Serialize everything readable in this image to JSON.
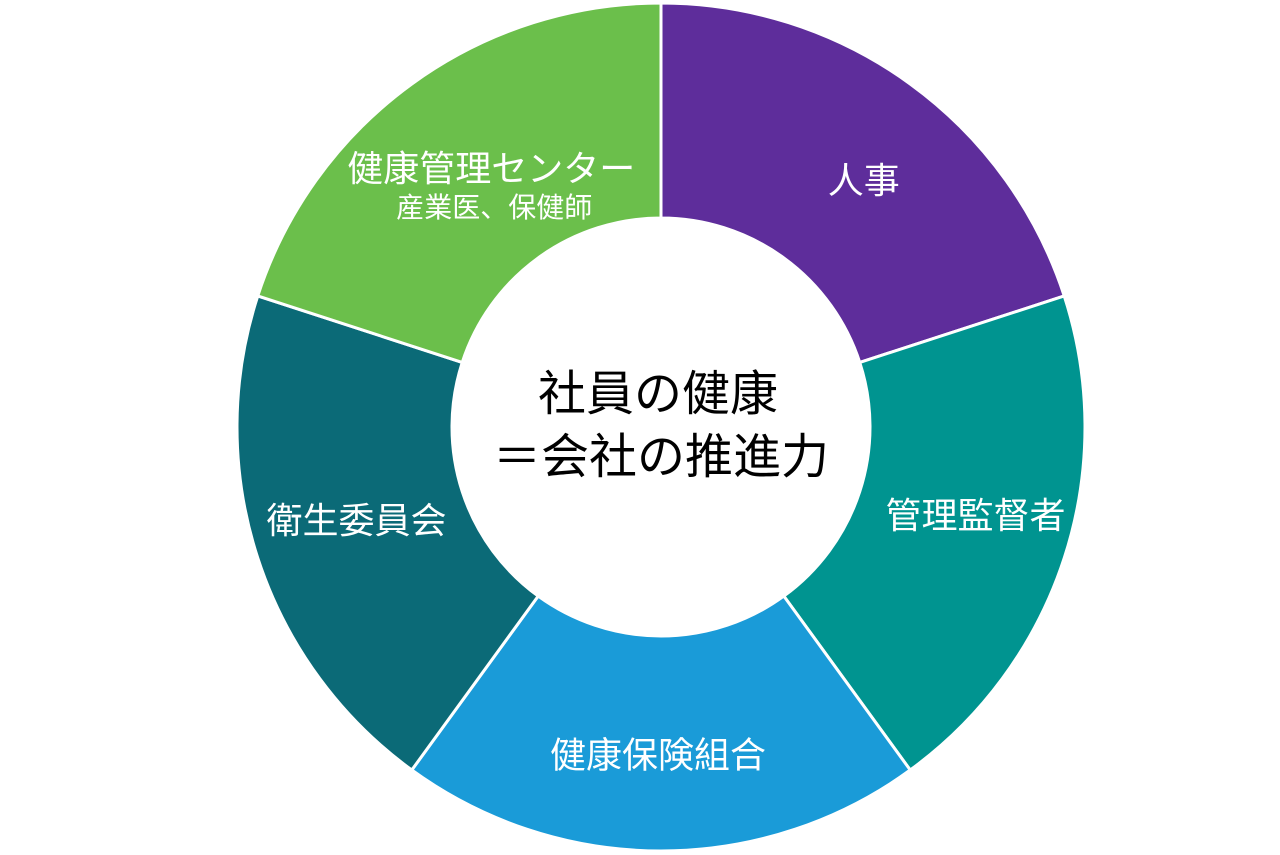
{
  "page": {
    "background_color": "#ffffff"
  },
  "chart_data": {
    "type": "pie",
    "subtype": "donut",
    "title": "社員の健康＝会社の推進力",
    "center_title": {
      "line1": "社員の健康",
      "line2": "＝会社の推進力",
      "color": "#000000"
    },
    "direction": "clockwise",
    "start_angle_deg": 0,
    "legend": "none",
    "label_color": "#ffffff",
    "separator_color": "#ffffff",
    "categories": [
      "人事",
      "管理監督者",
      "健康保険組合",
      "衛生委員会",
      "健康管理センター"
    ],
    "values": [
      20,
      20,
      20,
      20,
      20
    ],
    "segments": [
      {
        "id": "hr",
        "label": "人事",
        "value": 20,
        "color": "#5E2D9B"
      },
      {
        "id": "supervisors",
        "label": "管理監督者",
        "value": 20,
        "color": "#009490"
      },
      {
        "id": "health-insurance-union",
        "label": "健康保険組合",
        "value": 20,
        "color": "#1A9BD8"
      },
      {
        "id": "hygiene-committee",
        "label": "衛生委員会",
        "value": 20,
        "color": "#0B6A77"
      },
      {
        "id": "health-care-center",
        "label": "健康管理センター",
        "value": 20,
        "color": "#6BBF4B",
        "sublabel": "産業医、保健師"
      }
    ]
  }
}
